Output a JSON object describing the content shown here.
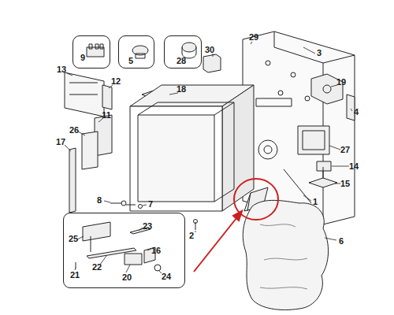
{
  "diagram": {
    "nodes": [
      {
        "text": [
          "9"
        ]
      },
      {
        "text": [
          "5"
        ]
      },
      {
        "text": [
          "28"
        ]
      },
      {
        "text": [
          "25",
          "23",
          "16",
          "22",
          "20",
          "24",
          "21"
        ]
      }
    ],
    "labels": [
      "30",
      "29",
      "3",
      "13",
      "12",
      "18",
      "19",
      "4",
      "11",
      "26",
      "17",
      "27",
      "14",
      "15",
      "8",
      "7",
      "1",
      "2",
      "6"
    ]
  }
}
